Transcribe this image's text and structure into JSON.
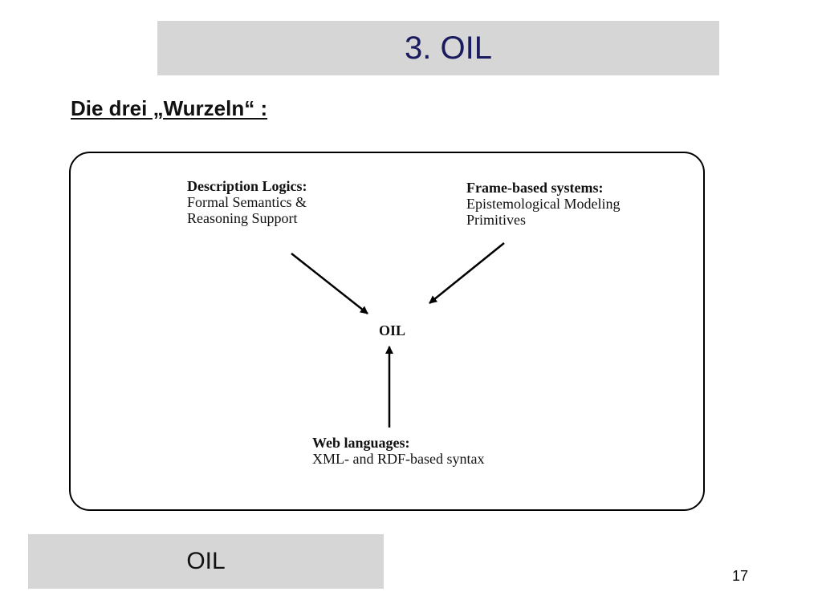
{
  "title": "3. OIL",
  "subtitle": "Die drei „Wurzeln“ :",
  "diagram": {
    "center": "OIL",
    "roots": {
      "description_logics": {
        "heading": "Description Logics:",
        "lines": [
          "Formal Semantics &",
          "Reasoning Support"
        ]
      },
      "frame_based": {
        "heading": "Frame-based systems:",
        "lines": [
          "Epistemological Modeling",
          "Primitives"
        ]
      },
      "web_languages": {
        "heading": "Web languages:",
        "lines": [
          "XML- and RDF-based syntax"
        ]
      }
    }
  },
  "footer": {
    "label": "OIL",
    "page_number": "17"
  },
  "colors": {
    "bar_background": "#d6d6d6",
    "title_text": "#1a1a5e"
  }
}
